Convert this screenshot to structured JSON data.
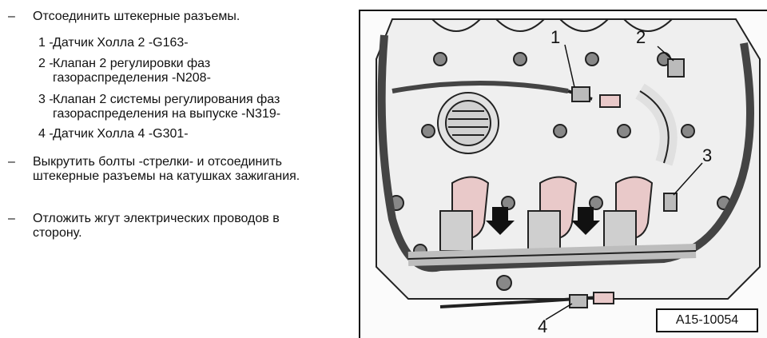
{
  "steps": [
    {
      "dash": "–",
      "text": "Отсоединить штекерные разъемы."
    },
    {
      "dash": "–",
      "text": "Выкрутить болты -стрелки- и отсоединить штекерные разъемы на катушках зажигания."
    },
    {
      "dash": "–",
      "text": "Отложить жгут электрических проводов в сторону."
    }
  ],
  "items": [
    {
      "num": "1 -",
      "text": "Датчик Холла 2 -G163-"
    },
    {
      "num": "2 -",
      "text": "Клапан 2 регулировки фаз газораспределения -N208-"
    },
    {
      "num": "3 -",
      "text": "Клапан 2 системы регулирования фаз газораспределения на выпуске -N319-"
    },
    {
      "num": "4 -",
      "text": "Датчик Холла 4 -G301-"
    }
  ],
  "figure": {
    "callouts": [
      "1",
      "2",
      "3",
      "4"
    ],
    "ref": "A15-10054"
  }
}
